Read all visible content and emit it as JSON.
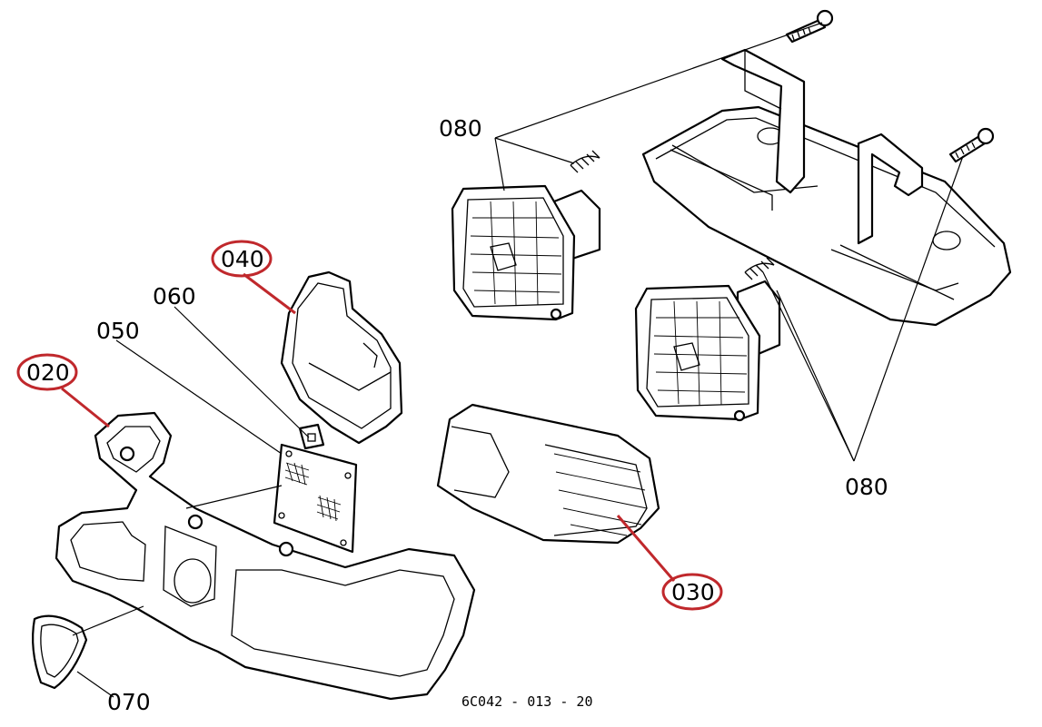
{
  "diagram": {
    "colors": {
      "line": "#000000",
      "highlight": "#c0282c",
      "background": "#ffffff"
    },
    "callouts": [
      {
        "id": "080a",
        "text": "080",
        "highlighted": false
      },
      {
        "id": "080b",
        "text": "080",
        "highlighted": false
      },
      {
        "id": "040",
        "text": "040",
        "highlighted": true
      },
      {
        "id": "060",
        "text": "060",
        "highlighted": false
      },
      {
        "id": "050",
        "text": "050",
        "highlighted": false
      },
      {
        "id": "020",
        "text": "020",
        "highlighted": true
      },
      {
        "id": "030",
        "text": "030",
        "highlighted": true
      },
      {
        "id": "070",
        "text": "070",
        "highlighted": false
      }
    ],
    "drawing_code": "6C042 - 013 - 20"
  }
}
